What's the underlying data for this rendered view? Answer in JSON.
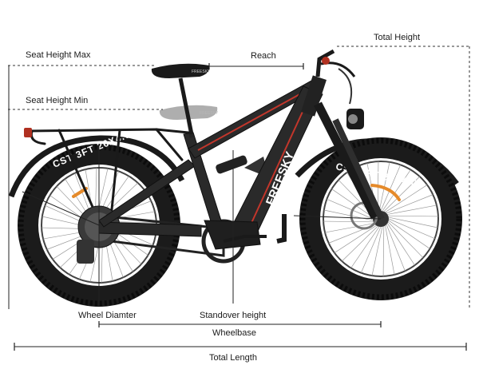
{
  "labels": {
    "seat_height_max": "Seat Height Max",
    "seat_height_min": "Seat Height Min",
    "reach": "Reach",
    "total_height": "Total Height",
    "wheel_diameter": "Wheel Diamter",
    "standover_height": "Standover height",
    "wheelbase": "Wheelbase",
    "total_length": "Total Length"
  },
  "bike": {
    "down_tube_text": "FREESKY",
    "tire_text": "CST 3FT 26X4.0",
    "saddle_text": "FREESKY"
  },
  "colors": {
    "frame": "#2a2a2a",
    "accent": "#c2362b",
    "tire": "#1b1b1b",
    "reflector": "#e58a2a"
  }
}
